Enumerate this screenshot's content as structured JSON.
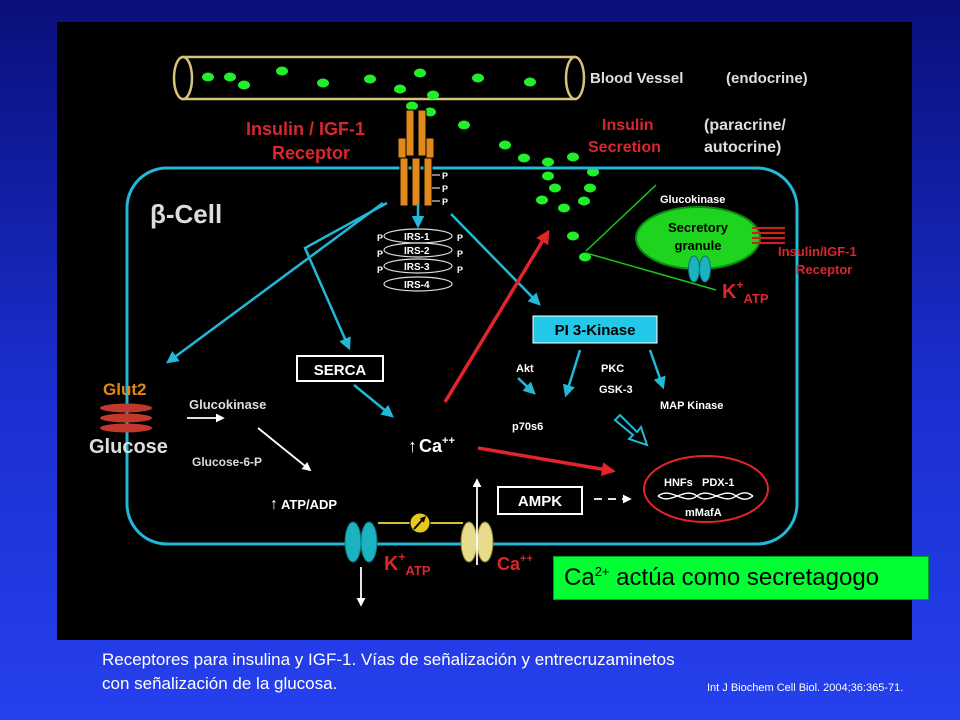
{
  "diagram": {
    "blood_vessel": "Blood Vessel",
    "endocrine": "(endocrine)",
    "receptor_title": [
      "Insulin / IGF-1",
      "Receptor"
    ],
    "insulin_secretion": [
      "Insulin",
      "Secretion"
    ],
    "paracrine": [
      "(paracrine/",
      "autocrine)"
    ],
    "cell_label": "β-Cell",
    "phospho": "P",
    "irs": [
      "IRS-1",
      "IRS-2",
      "IRS-3",
      "IRS-4"
    ],
    "glucokinase_top": "Glucokinase",
    "secretory_granule": [
      "Secretory",
      "granule"
    ],
    "granule_receptor": [
      "Insulin/IGF-1",
      "Receptor"
    ],
    "k_main": "K",
    "k_sup": "+",
    "k_sub": "ATP",
    "pi3k": "PI 3-Kinase",
    "akt": "Akt",
    "pkc": "PKC",
    "gsk3": "GSK-3",
    "p70s6": "p70s6",
    "map_kinase": "MAP Kinase",
    "serca": "SERCA",
    "glut2": "Glut2",
    "glucose": "Glucose",
    "glucokinase": "Glucokinase",
    "glucose6p": "Glucose-6-P",
    "atp_adp": "ATP/ADP",
    "ca_main": "Ca",
    "ca_sup": "++",
    "ampk": "AMPK",
    "hnfs": "HNFs",
    "pdx1": "PDX-1",
    "mmafa": "mMafA",
    "up_arrow": "↑"
  },
  "callout": {
    "main": "Ca",
    "sup": "2+",
    "rest": " actúa como secretagogo"
  },
  "caption": "Receptores para insulina y IGF-1. Vías de señalización y entrecruzaminetos con señalización de la glucosa.",
  "citation": "Int J Biochem Cell Biol. 2004;36:365-71.",
  "colors": {
    "background_top": "#0a0f7a",
    "background_bottom": "#2640ee",
    "panel": "#000000",
    "cyan": "#22b8d8",
    "red_label": "#d8272d",
    "green": "#00cc22",
    "callout": "#00ff33",
    "orange": "#e0891a"
  }
}
